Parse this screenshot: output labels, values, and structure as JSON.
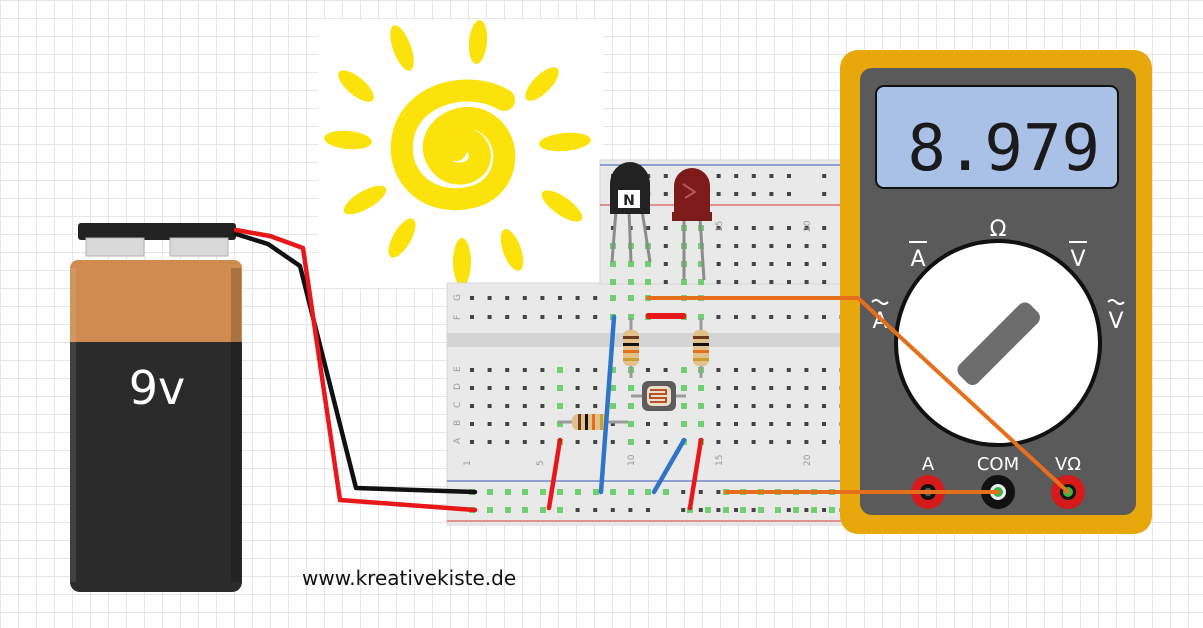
{
  "battery": {
    "label": "9v"
  },
  "multimeter": {
    "display": "8.979",
    "dial": {
      "ohm": "Ω",
      "dc_amps": "A",
      "dc_volts": "V",
      "ac_amps": "A",
      "ac_volts": "V"
    },
    "jacks": {
      "amps": "A",
      "common": "COM",
      "volt_ohm": "VΩ"
    }
  },
  "breadboard": {
    "column_numbers": [
      "1",
      "5",
      "10",
      "15",
      "20"
    ],
    "row_letters_top": [
      "G",
      "F"
    ],
    "row_letters_bottom": [
      "E",
      "D",
      "C",
      "B",
      "A"
    ]
  },
  "transistor": {
    "marking": "N"
  },
  "website": "www.kreativekiste.de",
  "colors": {
    "battery_top": "#cf8b50",
    "battery_body": "#2b2b2b",
    "multimeter_case": "#e8a80c",
    "multimeter_face": "#5a5a5a",
    "lcd": "#a9c1e6",
    "sun": "#fbe20a",
    "wire_red": "#e8171a",
    "wire_blue": "#2f75c7",
    "wire_orange": "#e66f1b"
  }
}
